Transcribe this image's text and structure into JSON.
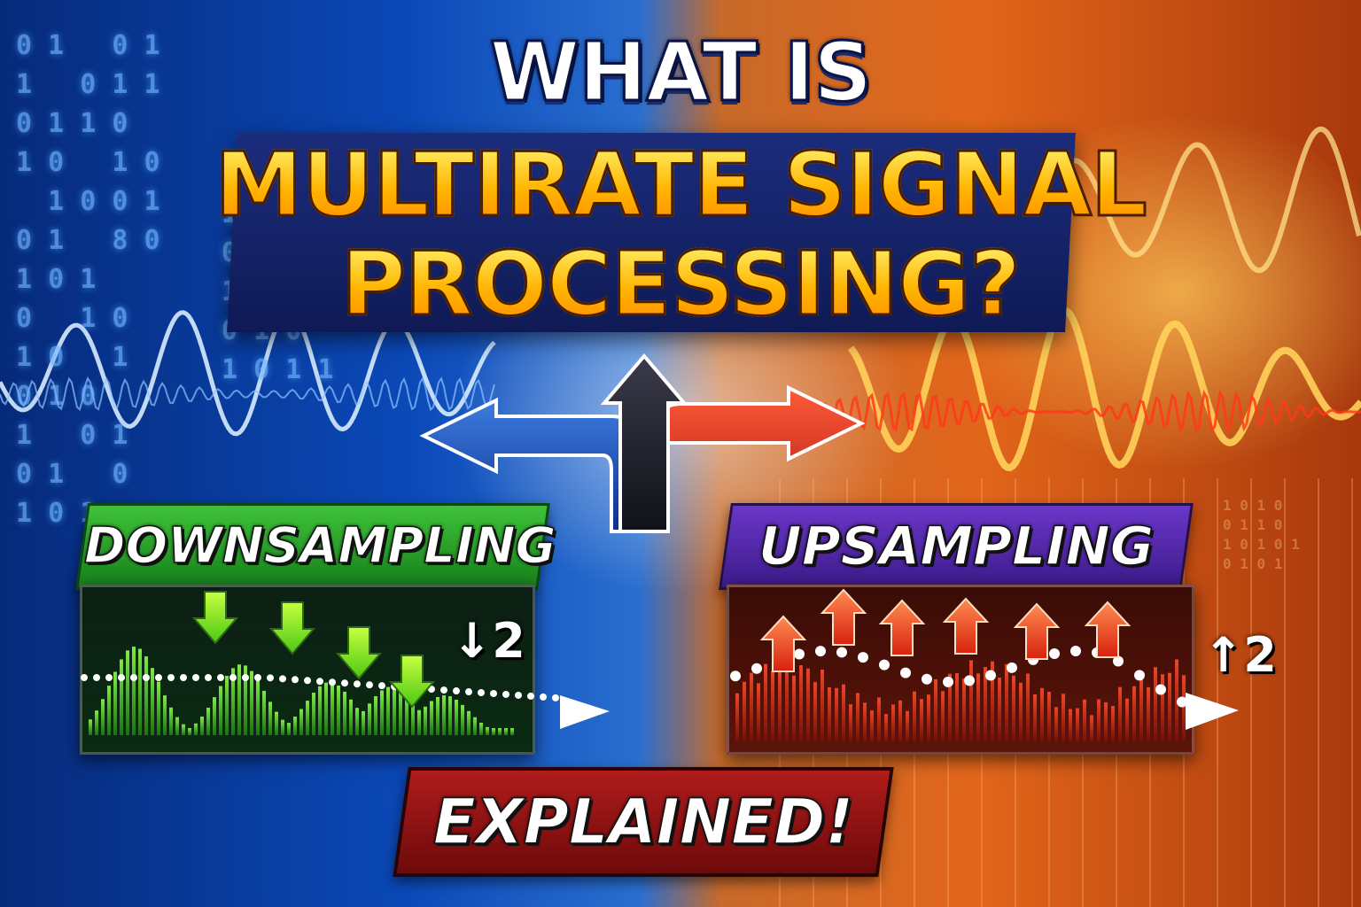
{
  "title": {
    "line1": "WHAT IS",
    "line2": "MULTIRATE SIGNAL",
    "line3": "PROCESSING?"
  },
  "left": {
    "label": "DOWNSAMPLING",
    "factor": "↓2",
    "accent": "#2fb52f"
  },
  "right": {
    "label": "UPSAMPLING",
    "factor": "↑2",
    "accent": "#5a2bb5"
  },
  "bottom": {
    "label": "EXPLAINED!",
    "accent": "#a01818"
  },
  "colors": {
    "cool_side": "#0a3d9e",
    "warm_side": "#e0621a",
    "title_yellow": "#ffc21a",
    "title_panel": "#13207a"
  },
  "icons": {
    "split_arrow": "three-way-split-arrow-icon",
    "down_arrows": "arrow-down-icon",
    "up_arrows": "arrow-up-icon"
  }
}
